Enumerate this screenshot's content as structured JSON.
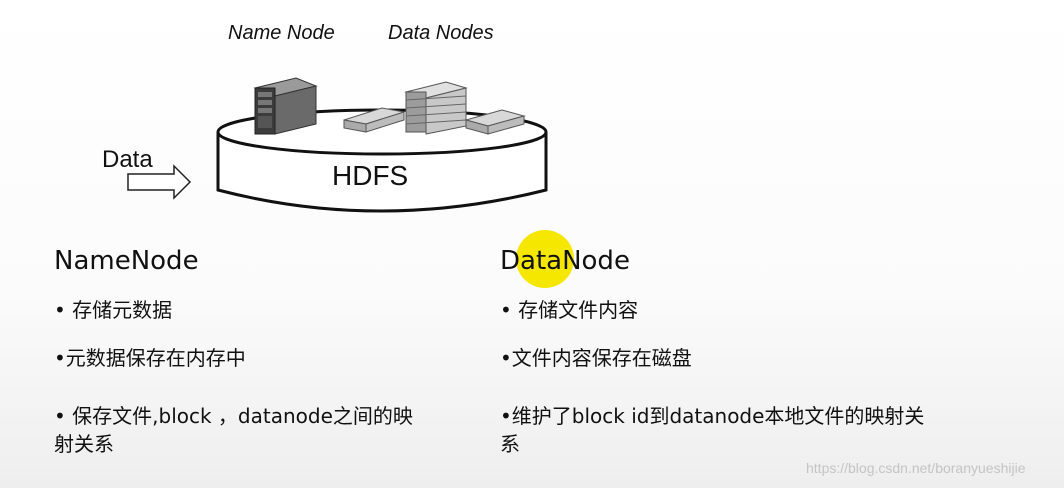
{
  "diagram": {
    "name_node_label": "Name Node",
    "data_nodes_label": "Data Nodes",
    "hdfs_label": "HDFS",
    "data_label": "Data"
  },
  "left_column": {
    "heading": "NameNode",
    "bullets": [
      "• 存储元数据",
      "•元数据保存在内存中",
      "• 保存文件,block ，datanode之间的映",
      "射关系"
    ]
  },
  "right_column": {
    "heading": "DataNode",
    "bullets": [
      "• 存储文件内容",
      "•文件内容保存在磁盘",
      "•维护了block id到datanode本地文件的映射关",
      "系"
    ]
  },
  "watermark": "https://blog.csdn.net/boranyueshijie",
  "colors": {
    "highlight": "#f6e700",
    "text": "#111111"
  }
}
